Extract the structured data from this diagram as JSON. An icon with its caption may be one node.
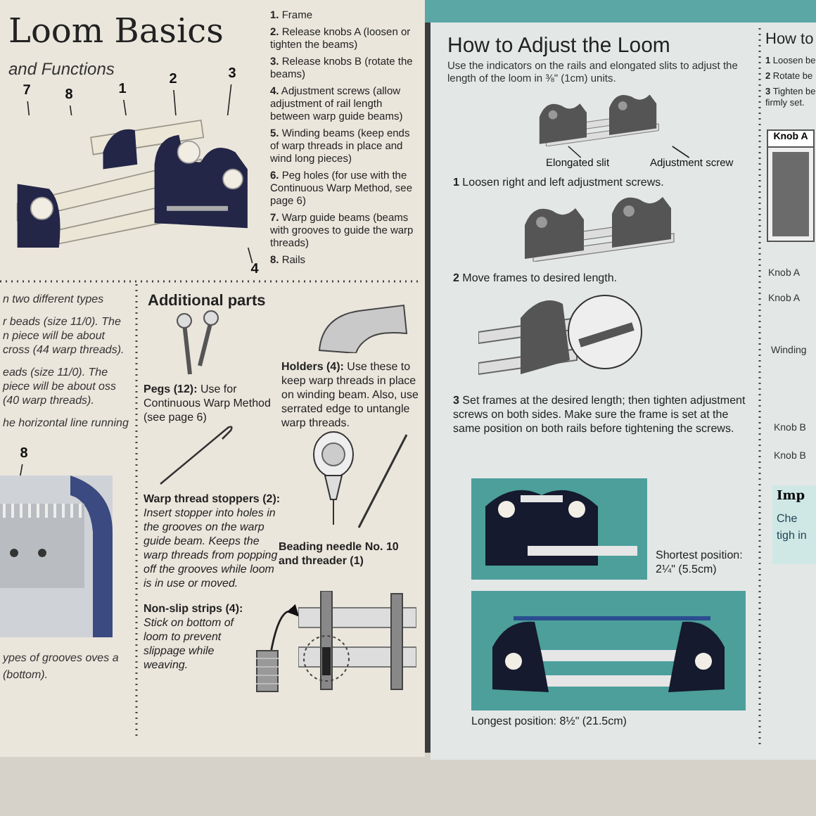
{
  "diagram": {
    "title": "Loom Basics",
    "nodes": [
      {
        "text": [],
        "shape": "picture"
      },
      {
        "text": [
          "7"
        ]
      },
      {
        "text": [
          "8"
        ]
      },
      {
        "text": [
          "1"
        ]
      },
      {
        "text": [
          "2"
        ]
      },
      {
        "text": [
          "3"
        ]
      },
      {
        "text": [
          "4"
        ]
      },
      {
        "text": [],
        "shape": "picture"
      },
      {
        "text": [
          "8"
        ]
      },
      {
        "text": [],
        "shape": "bar"
      },
      {
        "text": [],
        "shape": "picture"
      },
      {
        "text": [],
        "shape": "picture"
      },
      {
        "text": [
          "Elongated slit"
        ]
      },
      {
        "text": [
          "Adjustment screw"
        ]
      },
      {
        "text": [],
        "shape": "picture",
        "beside": [
          "Shortest position: 2¼\" (5.5cm)"
        ]
      },
      {
        "text": [],
        "shape": "picture",
        "beside": [
          "Longest position: 8½\" (21.5cm)"
        ]
      },
      {
        "text": [
          "Knob A"
        ]
      },
      {
        "text": [
          "Imp",
          "Che tigh in"
        ]
      }
    ],
    "edges": [
      {
        "from": 1,
        "to": 0,
        "arrow": "none"
      },
      {
        "from": 2,
        "to": 0,
        "arrow": "none"
      },
      {
        "from": 3,
        "to": 0,
        "arrow": "none"
      },
      {
        "from": 4,
        "to": 0,
        "arrow": "none"
      },
      {
        "from": 5,
        "to": 0,
        "arrow": "none"
      },
      {
        "from": 6,
        "to": 0,
        "arrow": "none"
      },
      {
        "from": 8,
        "to": 7,
        "arrow": "none"
      },
      {
        "from": 9,
        "to": 10,
        "arrow": "to"
      },
      {
        "from": 12,
        "to": 11,
        "arrow": "none"
      },
      {
        "from": 13,
        "to": 11,
        "arrow": "none"
      }
    ],
    "labels": [
      "and Functions",
      "**1.** Frame",
      "**2.** Release knobs A (loosen or tighten the beams)",
      "**3.** Release knobs B (rotate the beams)",
      "**4.** Adjustment screws (allow adjustment of rail length between warp guide beams)",
      "**5.** Winding beams (keep ends of warp threads in place and wind long pieces)",
      "**6.** Peg holes (for use with the Continuous Warp Method, see page 6)",
      "**7.** Warp guide beams (beams with grooves to guide the warp threads)",
      "**8.** Rails",
      "n two different types",
      "r beads (size 11/0). The n piece will be about cross (44 warp threads).",
      "eads (size 11/0). The piece will be about oss (40 warp threads).",
      "he horizontal line running",
      "ypes of grooves oves a (bottom).",
      "Additional parts",
      "**Pegs (12):** Use for Continuous Warp Method (see page 6)",
      "**Holders (4):** Use these to keep warp threads in place on winding beam. Also, use serrated edge to untangle warp threads.",
      "**Warp thread stoppers (2):** *Insert stopper into holes in the grooves on the warp guide beam. Keeps the warp threads from popping off the grooves while loom is in use or moved.*",
      "Beading needle No. 10 and threader (1)",
      "**Non-slip strips (4):** *Stick on bottom of loom to prevent slippage while weaving.*",
      "How to Adjust the Loom",
      "Use the indicators on the rails and elongated slits to adjust the length of the loom in ⅜\" (1cm) units.",
      "**1** Loosen right and left adjustment screws.",
      "**2** Move frames to desired length.",
      "**3** Set frames at the desired length; then tighten adjustment screws on both sides. Make sure the frame is set at the same position on both rails before tightening the screws.",
      "How to",
      "**1** Loosen be",
      "**2** Rotate be",
      "**3** Tighten be firmly set.",
      "Knob A",
      "Knob A",
      "Winding",
      "Knob B",
      "Knob B"
    ]
  }
}
